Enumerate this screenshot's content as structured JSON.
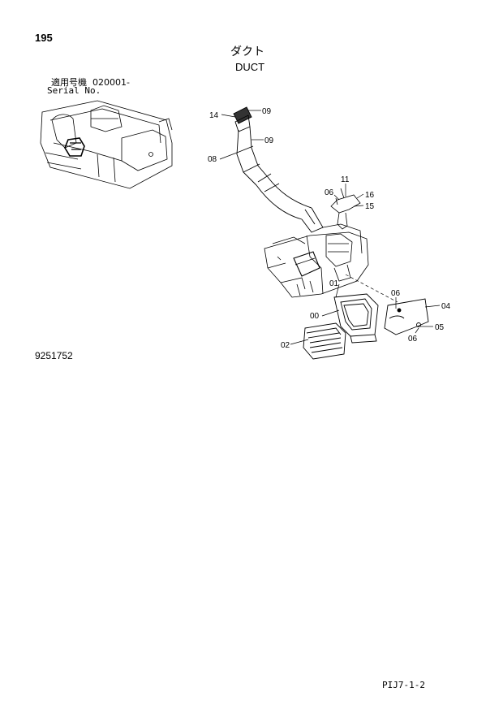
{
  "page_number": "195",
  "title_jp": "ダクト",
  "title_en": "DUCT",
  "serial_label_jp": "適用号機  020001-",
  "serial_label_en": "Serial No.",
  "part_code": "9251752",
  "footer_code": "PIJ7-1-2",
  "callouts": {
    "c14": "14",
    "c09a": "09",
    "c09b": "09",
    "c08": "08",
    "c11": "11",
    "c06a": "06",
    "c16": "16",
    "c15": "15",
    "c01": "01",
    "c06b": "06",
    "c00": "00",
    "c04": "04",
    "c05": "05",
    "c06c": "06",
    "c02": "02"
  }
}
